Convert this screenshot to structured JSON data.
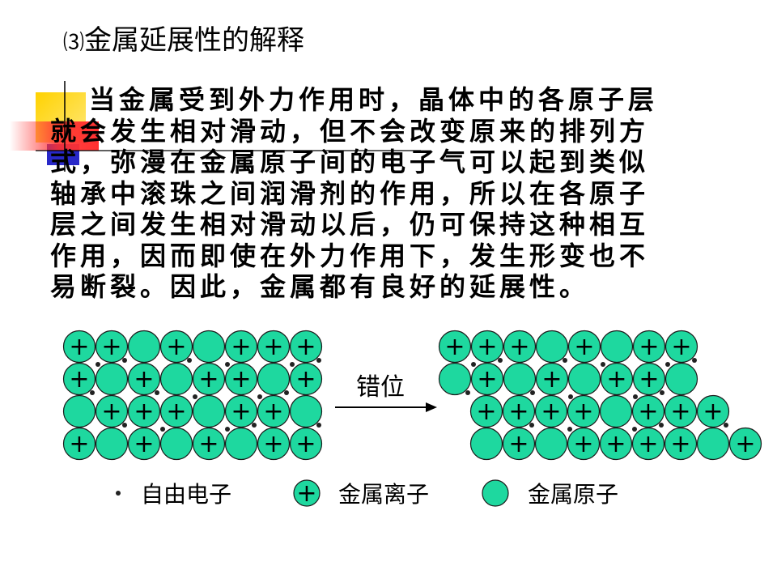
{
  "title": {
    "number": "⑶",
    "text": "金属延展性的解释"
  },
  "paragraph": [
    "当金属受到外力作用时，晶体中的各原子层",
    "就会发生相对滑动，但不会改变原来的排列方",
    "式，弥漫在金属原子间的电子气可以起到类似",
    "轴承中滚珠之间润滑剂的作用，所以在各原子",
    "层之间发生相对滑动以后，仍可保持这种相互",
    "作用，因而即使在外力作用下，发生形变也不",
    "易断裂。因此，金属都有良好的延展性。"
  ],
  "diagram": {
    "arrow_label": "错位",
    "plus_symbol": "+",
    "left_lattice": [
      "++_+_+++",
      "+_+_++_+",
      "_+++_++_",
      "+_+_+_++"
    ],
    "right_lattice": [
      "+++_+_++",
      "_+_+_++_",
      "++++_+++",
      "_+_++++_+"
    ],
    "legend": [
      {
        "kind": "electron",
        "label": "自由电子"
      },
      {
        "kind": "ion",
        "label": "金属离子"
      },
      {
        "kind": "atom",
        "label": "金属原子"
      }
    ]
  },
  "colors": {
    "atom_fill": "#1ed89f",
    "deco_yellow": "#ffd200",
    "deco_red": "#ff3030",
    "deco_blue": "#2828c8"
  }
}
